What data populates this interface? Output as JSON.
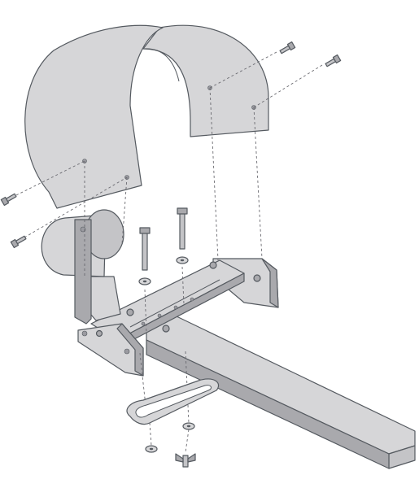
{
  "diagram": {
    "parts": [
      {
        "name": "hood-cover",
        "icon": "curved-guard"
      },
      {
        "name": "wheel-guard-bracket",
        "icon": "bracket"
      },
      {
        "name": "base-arm",
        "icon": "bar"
      },
      {
        "name": "slotted-mounting-plate",
        "icon": "plate"
      },
      {
        "name": "mounting-bolts",
        "icon": "bolt",
        "count": 2
      },
      {
        "name": "cover-screws",
        "icon": "screw",
        "count": 4
      },
      {
        "name": "washers",
        "icon": "washer",
        "count": 4
      },
      {
        "name": "wing-nut",
        "icon": "wing-nut",
        "count": 1
      }
    ],
    "colors": {
      "line": "#555a60",
      "part_fill": "#d6d6d8",
      "shade": "#a9a9ad"
    }
  }
}
